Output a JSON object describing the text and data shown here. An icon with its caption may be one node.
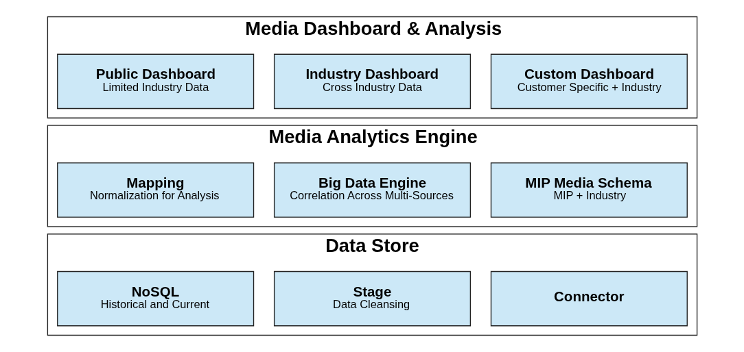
{
  "diagram": {
    "nodes": [
      {
        "text": [
          "Media Dashboard & Analysis"
        ]
      },
      {
        "text": [
          "Custom Dashboard",
          "Customer Specific + Industry"
        ],
        "in": 0
      },
      {
        "text": [
          "Industry Dashboard",
          "Cross Industry Data"
        ],
        "in": 0
      },
      {
        "text": [
          "Public Dashboard",
          "Limited Industry Data"
        ],
        "in": 0
      },
      {
        "text": [
          "Media Analytics Engine"
        ]
      },
      {
        "text": [
          "MIP Media Schema",
          "MIP + Industry"
        ],
        "in": 4
      },
      {
        "text": [
          "Big Data Engine",
          "Correlation Across Multi-Sources"
        ],
        "in": 4
      },
      {
        "text": [
          "Mapping",
          "Normalization for Analysis"
        ],
        "in": 4
      },
      {
        "text": [
          "Data Store"
        ]
      },
      {
        "text": [
          "Connector"
        ],
        "in": 8
      },
      {
        "text": [
          "Stage",
          "Data Cleansing"
        ],
        "in": 8
      },
      {
        "text": [
          "NoSQL",
          "Historical and Current"
        ],
        "in": 8
      }
    ],
    "edges": []
  }
}
